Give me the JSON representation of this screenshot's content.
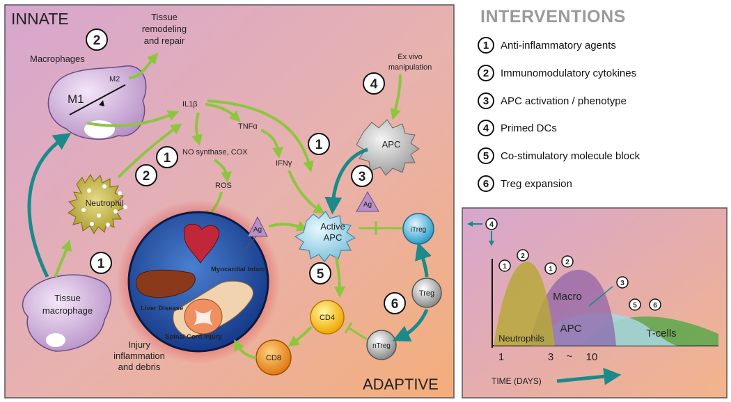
{
  "main": {
    "innate_label": "INNATE",
    "adaptive_label": "ADAPTIVE",
    "macrophages": "Macrophages",
    "m1": "M1",
    "m2": "M2",
    "tissue_remodeling": [
      "Tissue",
      "remodeling",
      "and repair"
    ],
    "il1b": "IL1β",
    "tnfa": "TNFα",
    "ifng": "IFNγ",
    "no_synthase": "NO synthase, COX",
    "ros": "ROS",
    "neutrophil": "Neutrophil",
    "tissue_macrophage": [
      "Tissue",
      "macrophage"
    ],
    "myocardial_infarct": "Myocardial Infarct",
    "liver_disease": "Liver Disease",
    "spinal_cord_injury": "Spinal Cord Injury",
    "injury_text": [
      "Injury",
      "inflammation",
      "and debris"
    ],
    "ag": "Ag",
    "active_apc": [
      "Active",
      "APC"
    ],
    "apc": "APC",
    "ex_vivo": [
      "Ex vivo",
      "manipulation"
    ],
    "itreg": "iTreg",
    "treg": "Treg",
    "ntreg": "nTreg",
    "cd4": "CD4",
    "cd8": "CD8",
    "badges": {
      "b_top_left_2": "2",
      "b_neutro_2": "2",
      "b_neutro_1": "1",
      "b_tissue_1": "1",
      "b_ifn_1": "1",
      "b_apc_4": "4",
      "b_apc_3": "3",
      "b_cd4_5": "5",
      "b_treg_6": "6"
    }
  },
  "interventions": {
    "title": "INTERVENTIONS",
    "items": [
      {
        "num": "1",
        "label": "Anti-inflammatory agents"
      },
      {
        "num": "2",
        "label": "Immunomodulatory cytokines"
      },
      {
        "num": "3",
        "label": "APC activation / phenotype"
      },
      {
        "num": "4",
        "label": "Primed DCs"
      },
      {
        "num": "5",
        "label": "Co-stimulatory molecule block"
      },
      {
        "num": "6",
        "label": "Treg expansion"
      }
    ]
  },
  "timeline": {
    "marker_4": "4",
    "neutrophils": "Neutrophils",
    "macro": "Macro",
    "apc": "APC",
    "tcells": "T-cells",
    "tick_1": "1",
    "tick_3": "3",
    "tick_tilde": "~",
    "tick_10": "10",
    "axis_label": "TIME (DAYS)",
    "marks": {
      "m1a": "1",
      "m2a": "2",
      "m1b": "1",
      "m2b": "2",
      "m3": "3",
      "m5": "5",
      "m6": "6"
    }
  },
  "colors": {
    "arrow_green": "#8cc63f",
    "arrow_teal": "#1a8a8a",
    "neutrophil_fill": "#b7a83a",
    "macro_fill": "#8c5fa8",
    "apc_fill": "#a9d6e0",
    "tcells_fill": "#5aa84a"
  }
}
